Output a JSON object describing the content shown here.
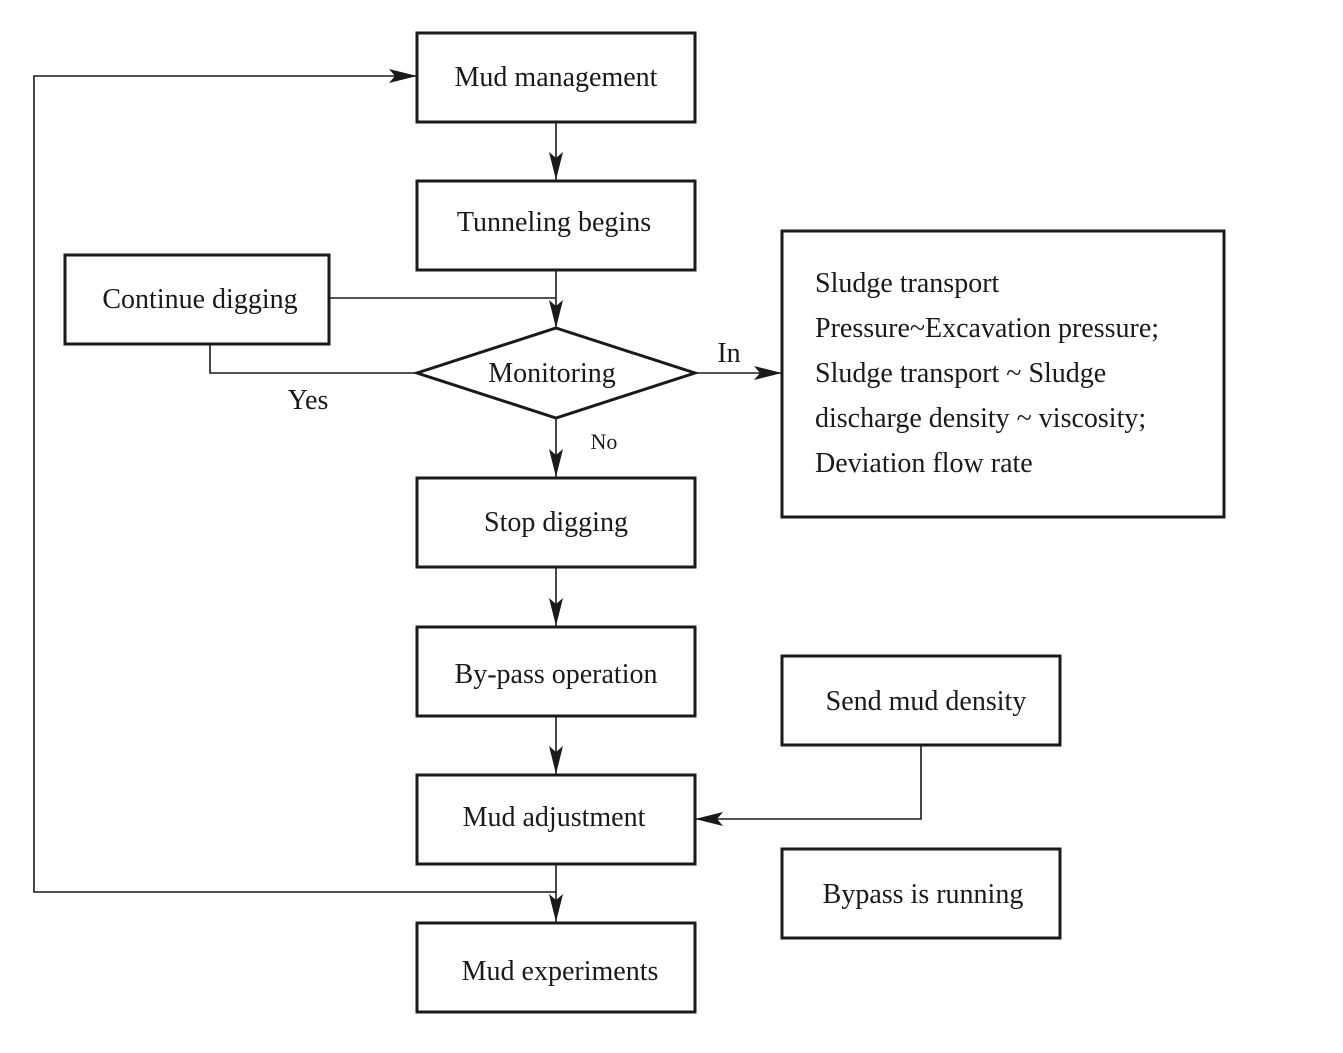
{
  "nodes": {
    "mud_management": "Mud management",
    "tunneling_begins": "Tunneling begins",
    "continue_digging": "Continue digging",
    "monitoring": "Monitoring",
    "stop_digging": "Stop digging",
    "bypass_operation": "By-pass operation",
    "mud_adjustment": "Mud adjustment",
    "mud_experiments": "Mud experiments",
    "send_mud_density": "Send mud density",
    "bypass_running": "Bypass is running"
  },
  "info_box": {
    "lines": [
      "Sludge transport",
      "Pressure~Excavation pressure;",
      "Sludge transport ~ Sludge",
      "discharge density ~ viscosity;",
      "Deviation flow rate"
    ]
  },
  "edge_labels": {
    "yes": "Yes",
    "no": "No",
    "in": "In"
  }
}
